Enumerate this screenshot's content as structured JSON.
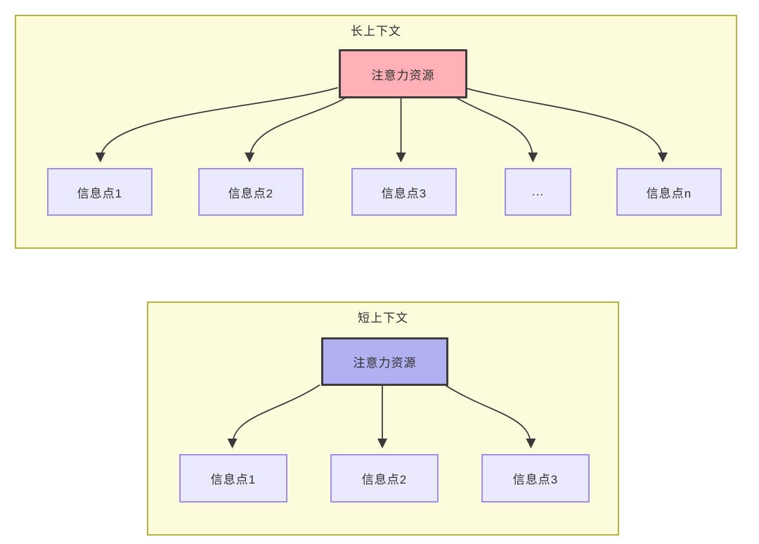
{
  "diagram": {
    "long_context": {
      "title": "长上下文",
      "source_label": "注意力资源",
      "targets": [
        "信息点1",
        "信息点2",
        "信息点3",
        "...",
        "信息点n"
      ]
    },
    "short_context": {
      "title": "短上下文",
      "source_label": "注意力资源",
      "targets": [
        "信息点1",
        "信息点2",
        "信息点3"
      ]
    },
    "colors": {
      "panel_fill": "#fcfcdd",
      "panel_border": "#b4b43c",
      "long_source_fill": "#ffb0b7",
      "short_source_fill": "#b1b1f1",
      "source_border": "#3d3d3d",
      "target_fill": "#e9e9fc",
      "target_border": "#a08fe8",
      "arrow": "#3a3a3a",
      "text": "#2f2f2f"
    }
  }
}
